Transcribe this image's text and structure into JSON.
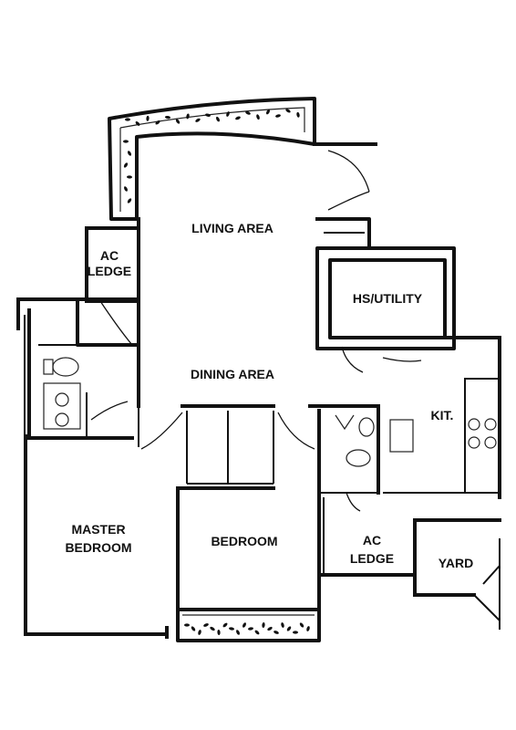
{
  "rooms": {
    "living": "LIVING AREA",
    "dining": "DINING AREA",
    "ac_ledge_top_1": "AC",
    "ac_ledge_top_2": "LEDGE",
    "hs_utility": "HS/UTILITY",
    "kitchen": "KIT.",
    "master_1": "MASTER",
    "master_2": "BEDROOM",
    "bedroom": "BEDROOM",
    "ac_ledge_bottom_1": "AC",
    "ac_ledge_bottom_2": "LEDGE",
    "yard": "YARD"
  },
  "colors": {
    "ink": "#111111",
    "paper": "#ffffff"
  }
}
